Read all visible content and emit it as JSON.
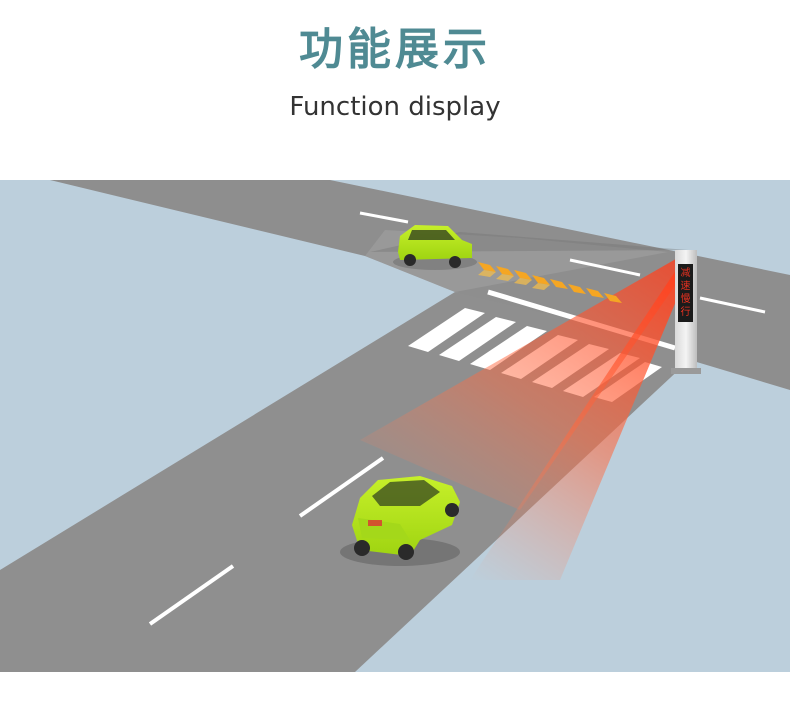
{
  "header": {
    "title_cn": "功能展示",
    "title_en": "Function display"
  },
  "illustration": {
    "sign_text": [
      "减",
      "速",
      "慢",
      "行"
    ],
    "colors": {
      "title": "#4f8a93",
      "ground": "#bccfdc",
      "road": "#8f8f8f",
      "car": "#b6ea1e",
      "radar_beam": "#ff5a30",
      "arrows": "#f5a623",
      "sign_led": "#e53120"
    }
  }
}
